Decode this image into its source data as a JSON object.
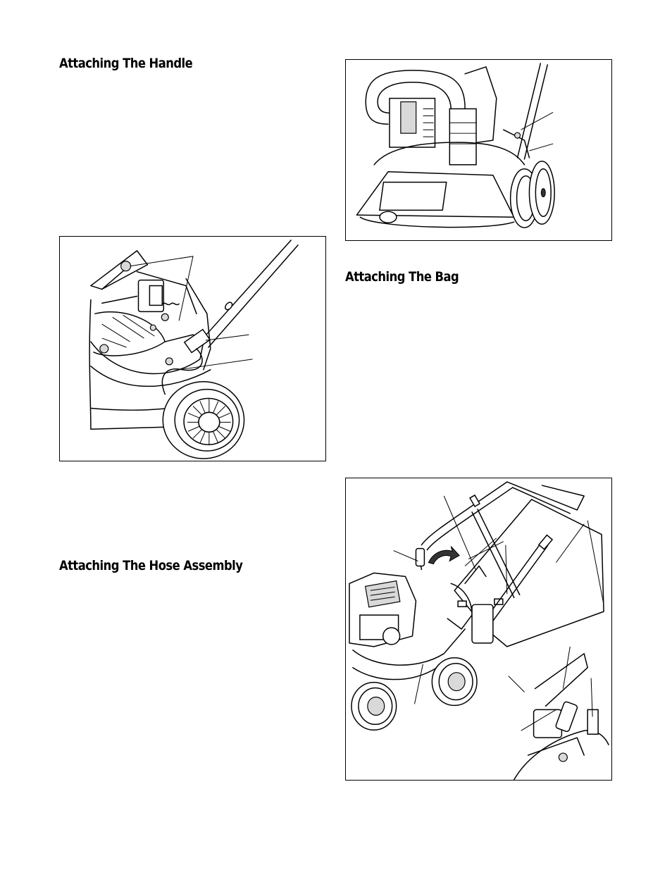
{
  "sections": {
    "handle_title": "Attaching The Handle",
    "bag_title": "Attaching The Bag",
    "hose_title": "Attaching The Hose Assembly"
  },
  "figures": [
    {
      "id": "handle-illustration",
      "icon": "handle-attachment-illustration"
    },
    {
      "id": "hose-illustration",
      "icon": "hose-attachment-illustration"
    },
    {
      "id": "bag-illustration",
      "icon": "bag-attachment-illustration"
    }
  ]
}
